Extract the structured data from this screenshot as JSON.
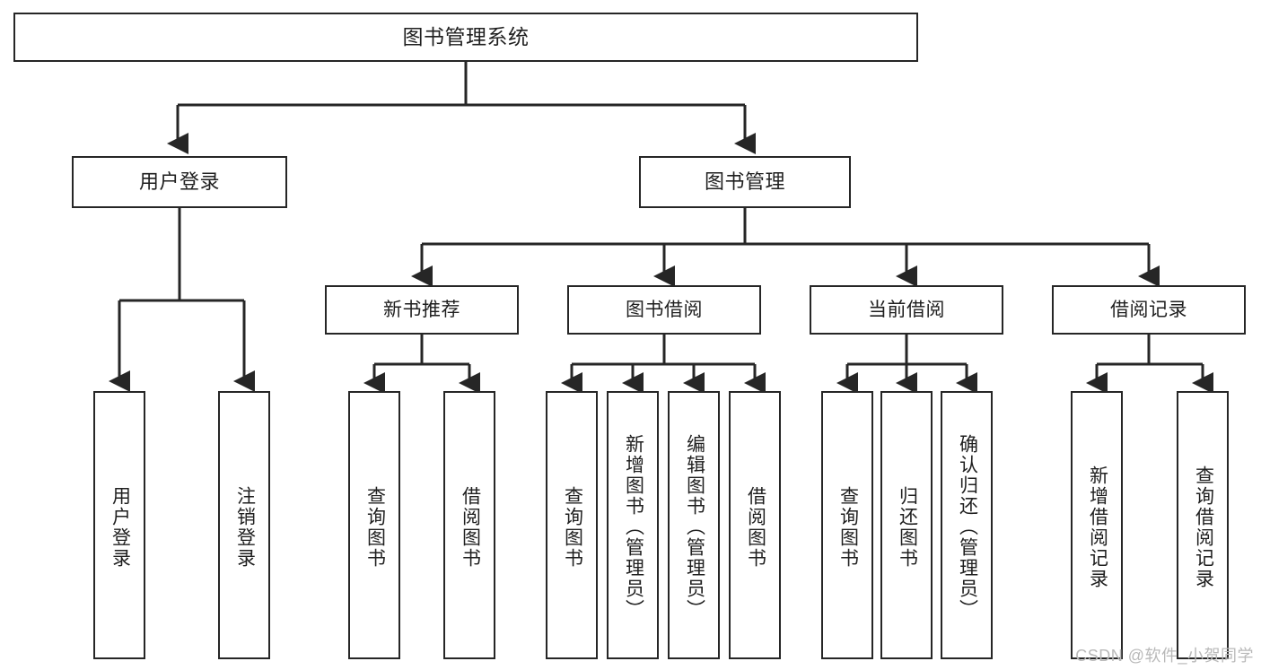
{
  "diagram": {
    "kind": "tree-hierarchy",
    "title": "图书管理系统",
    "watermark": "CSDN @软件_小贺同学",
    "colors": {
      "background": "#ffffff",
      "box_border": "#262626",
      "box_fill": "#ffffff",
      "edge": "#262626",
      "text": "#1f1f1f",
      "watermark": "#b9b9b9"
    },
    "nodes": {
      "root": {
        "label": "图书管理系统"
      },
      "level1": [
        {
          "id": "user-login",
          "label": "用户登录"
        },
        {
          "id": "book-manage",
          "label": "图书管理"
        }
      ],
      "level2": [
        {
          "id": "new-book-rec",
          "label": "新书推荐",
          "parent": "book-manage"
        },
        {
          "id": "book-borrow",
          "label": "图书借阅",
          "parent": "book-manage"
        },
        {
          "id": "current-borrow",
          "label": "当前借阅",
          "parent": "book-manage"
        },
        {
          "id": "borrow-record",
          "label": "借阅记录",
          "parent": "book-manage"
        }
      ],
      "leaves": [
        {
          "id": "leaf-user-login",
          "label": "用户登录",
          "parent": "user-login"
        },
        {
          "id": "leaf-user-logout",
          "label": "注销登录",
          "parent": "user-login"
        },
        {
          "id": "leaf-rec-query-book",
          "label": "查询图书",
          "parent": "new-book-rec"
        },
        {
          "id": "leaf-rec-borrow-book",
          "label": "借阅图书",
          "parent": "new-book-rec"
        },
        {
          "id": "leaf-borrow-query-book",
          "label": "查询图书",
          "parent": "book-borrow"
        },
        {
          "id": "leaf-borrow-add-book",
          "label": "新增图书（管理员）",
          "parent": "book-borrow"
        },
        {
          "id": "leaf-borrow-edit-book",
          "label": "编辑图书（管理员）",
          "parent": "book-borrow"
        },
        {
          "id": "leaf-borrow-lend-book",
          "label": "借阅图书",
          "parent": "book-borrow"
        },
        {
          "id": "leaf-cur-query-book",
          "label": "查询图书",
          "parent": "current-borrow"
        },
        {
          "id": "leaf-cur-return-book",
          "label": "归还图书",
          "parent": "current-borrow"
        },
        {
          "id": "leaf-cur-confirm-return",
          "label": "确认归还（管理员）",
          "parent": "current-borrow"
        },
        {
          "id": "leaf-rec-add-record",
          "label": "新增借阅记录",
          "parent": "borrow-record"
        },
        {
          "id": "leaf-rec-query-record",
          "label": "查询借阅记录",
          "parent": "borrow-record"
        }
      ]
    }
  }
}
